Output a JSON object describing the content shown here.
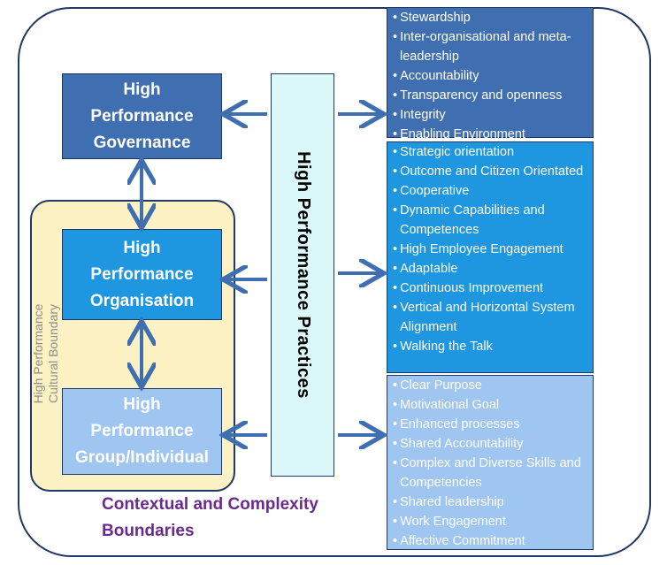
{
  "colors": {
    "governance": "#3f6fb0",
    "organisation": "#1e96e0",
    "group": "#9fc6f0",
    "practices": "#dbf9fb",
    "cultural": "#fdf2c4",
    "arrow": "#3f6fb0",
    "contextual_text": "#6a2a8e"
  },
  "boxes": {
    "governance": "High\nPerformance\nGovernance",
    "organisation": "High\nPerformance\nOrganisation",
    "group": "High\nPerformance\nGroup/Individual"
  },
  "practices_label": "High Performance Practices",
  "cultural_boundary_label": "High Performance Cultural Boundary",
  "contextual_label": "Contextual and Complexity Boundaries",
  "lists": {
    "governance": [
      "Stewardship",
      "Inter-organisational and meta-leadership",
      "Accountability",
      "Transparency and openness",
      "Integrity",
      "Enabling Environment"
    ],
    "organisation": [
      "Strategic orientation",
      "Outcome and Citizen Orientated",
      "Cooperative",
      "Dynamic Capabilities and Competences",
      "High Employee Engagement",
      "Adaptable",
      "Continuous Improvement",
      "Vertical and Horizontal System Alignment",
      "Walking the Talk"
    ],
    "group": [
      "Clear Purpose",
      "Motivational Goal",
      "Enhanced processes",
      "Shared Accountability",
      "Complex and Diverse Skills and Competencies",
      "Shared leadership",
      "Work Engagement",
      "Affective Commitment"
    ]
  }
}
